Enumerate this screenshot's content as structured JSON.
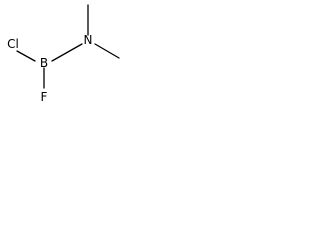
{
  "molecule": {
    "atoms": {
      "cl": "Cl",
      "b": "B",
      "n": "N",
      "f": "F"
    },
    "bond_color": "#000000",
    "label_color": "#000000"
  }
}
